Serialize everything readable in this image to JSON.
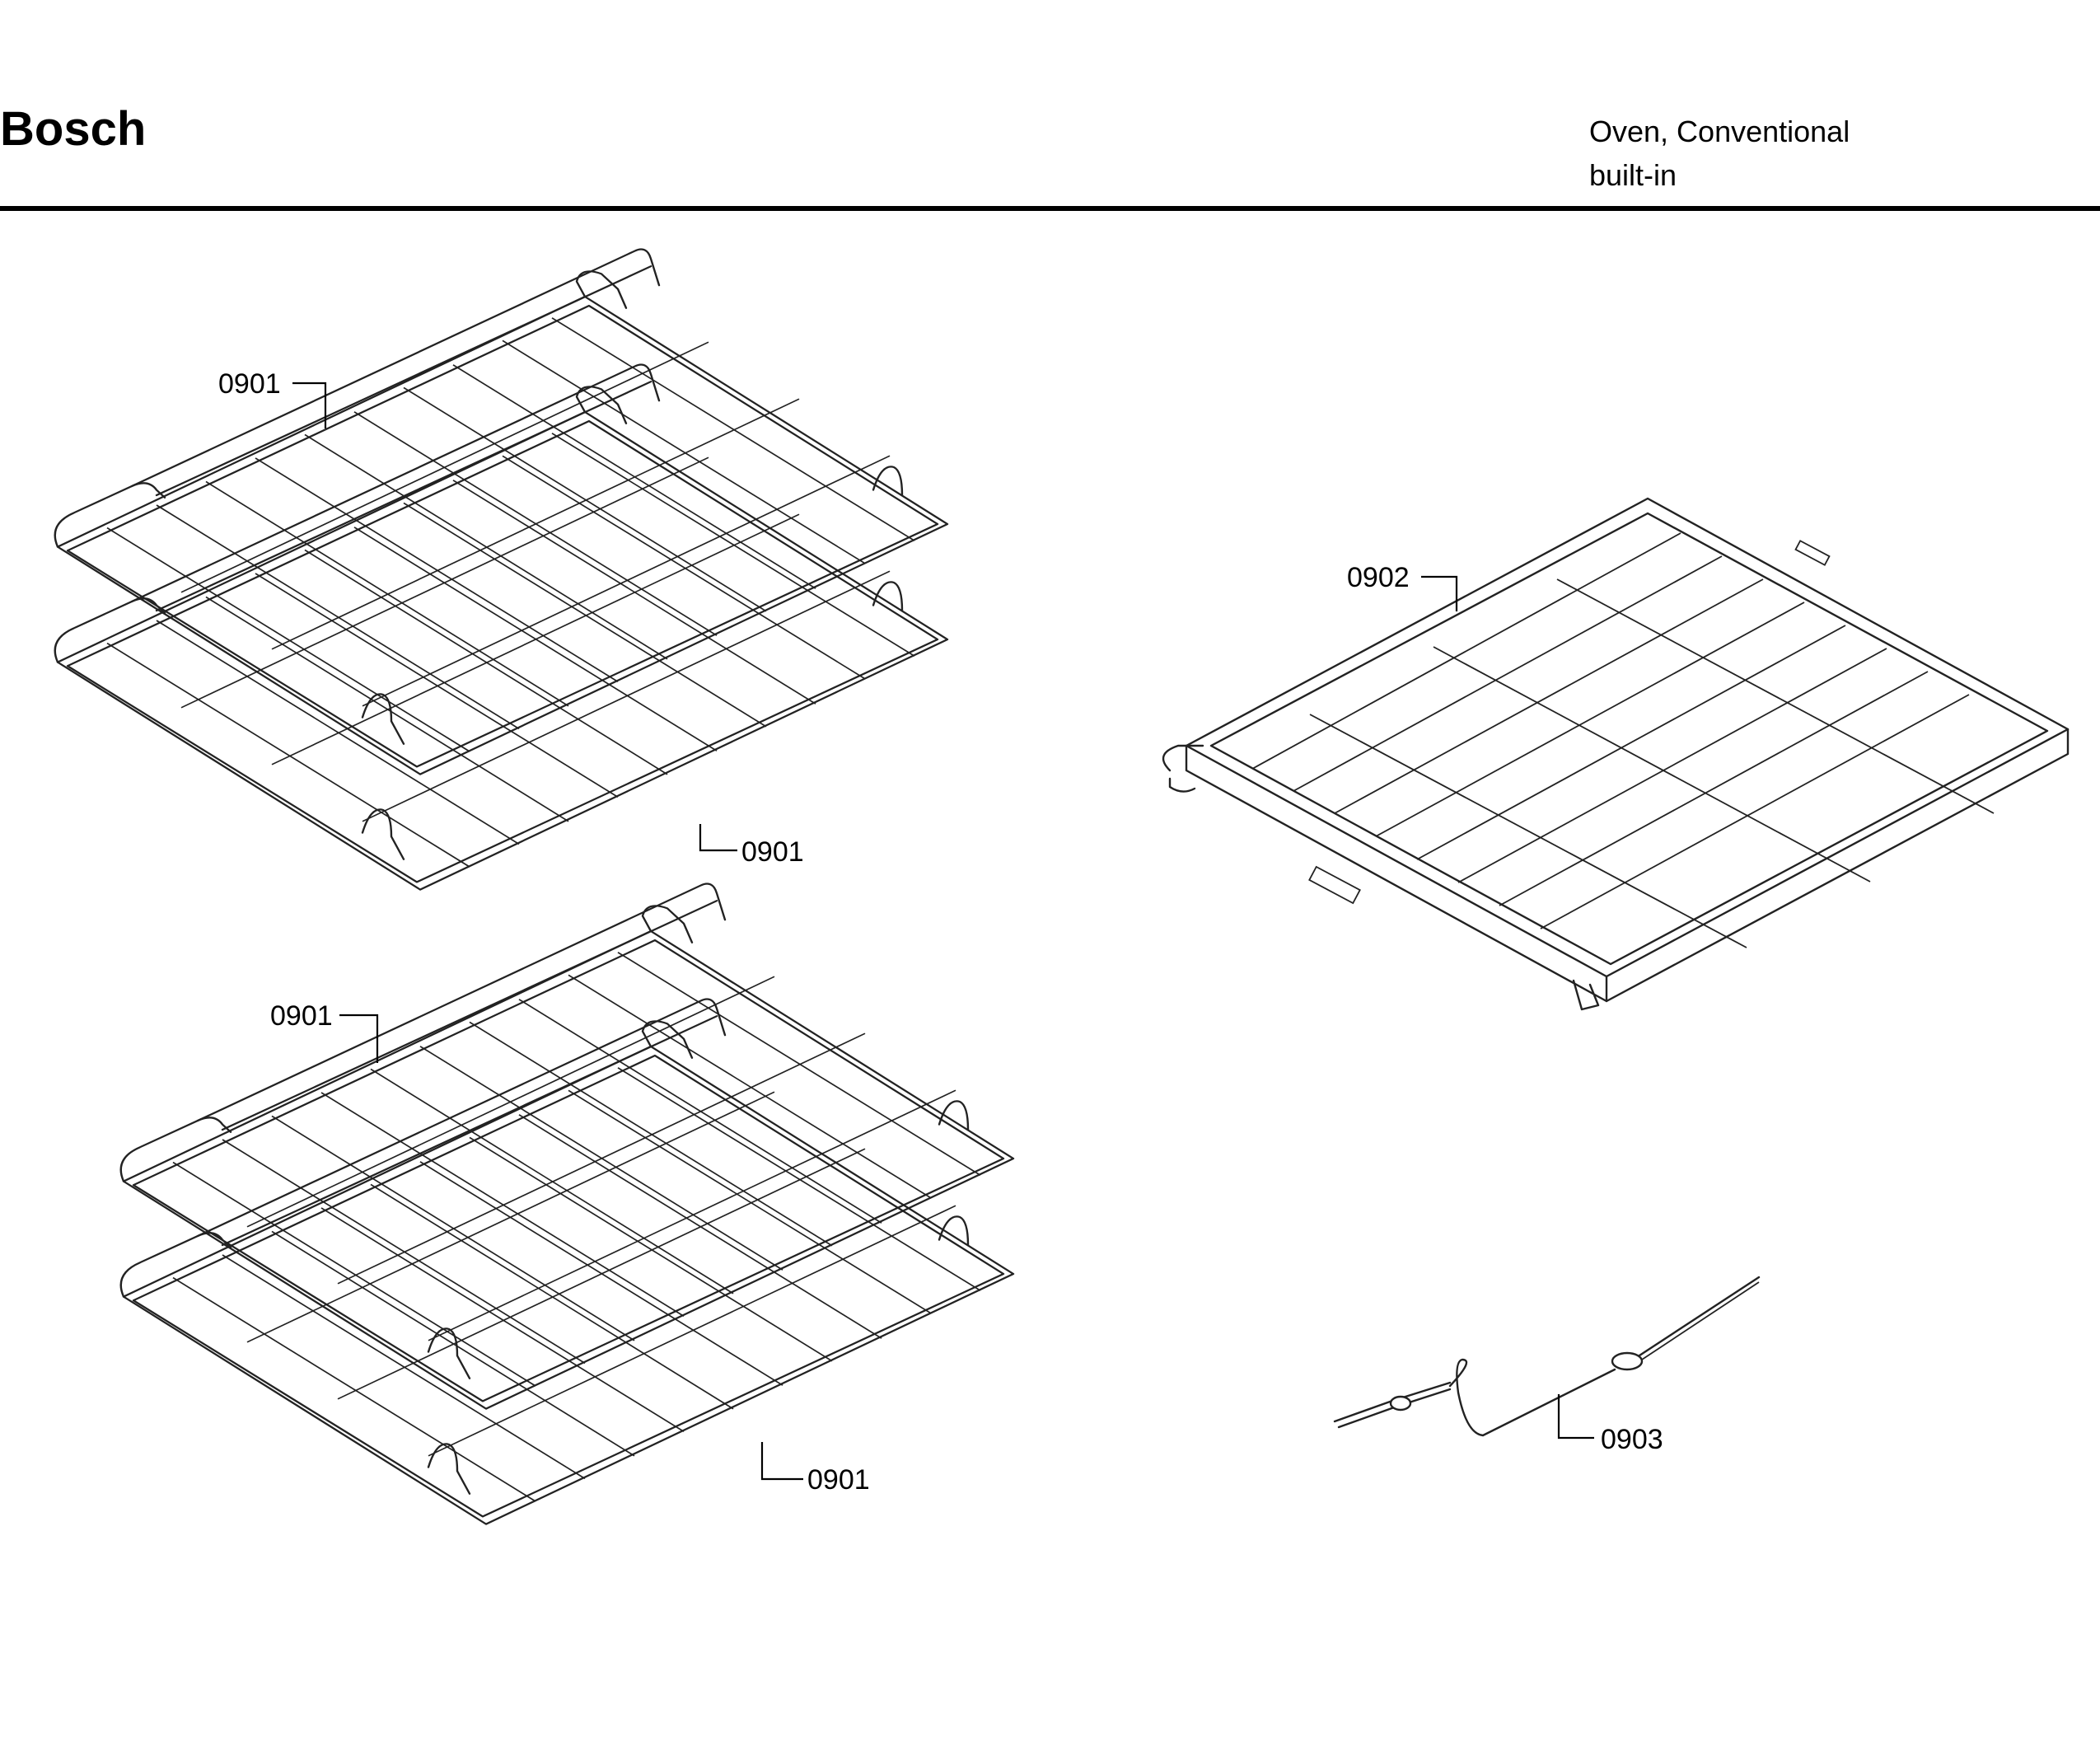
{
  "header": {
    "brand": "Bosch",
    "product_title": "Oven, Conventional",
    "product_subtitle": "built-in"
  },
  "callouts": [
    {
      "id": "rack-1-upper",
      "label": "0901"
    },
    {
      "id": "rack-1-lower",
      "label": "0901"
    },
    {
      "id": "rack-2-upper",
      "label": "0901"
    },
    {
      "id": "rack-2-lower",
      "label": "0901"
    },
    {
      "id": "telescopic-rack",
      "label": "0902"
    },
    {
      "id": "meat-probe",
      "label": "0903"
    }
  ]
}
